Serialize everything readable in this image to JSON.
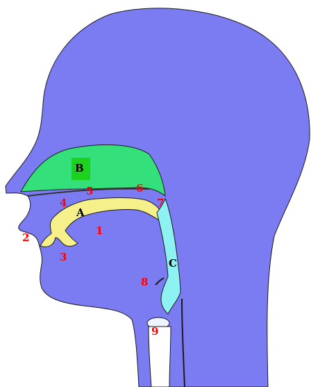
{
  "colors": {
    "head": "#7b7bf2",
    "head_outline": "#1a1a1a",
    "nasal_cavity": "#33e07a",
    "nasal_box": "#1fd11f",
    "oral_cavity": "#f5f08a",
    "pharynx": "#8ef2f2",
    "numbers": "#ff0000",
    "letters": "#000000"
  },
  "regions": {
    "A": "A",
    "B": "B",
    "C": "C"
  },
  "markers": {
    "m1": "1",
    "m2": "2",
    "m3": "3",
    "m4": "4",
    "m5": "5",
    "m6": "6",
    "m7": "7",
    "m8": "8",
    "m9": "9"
  }
}
